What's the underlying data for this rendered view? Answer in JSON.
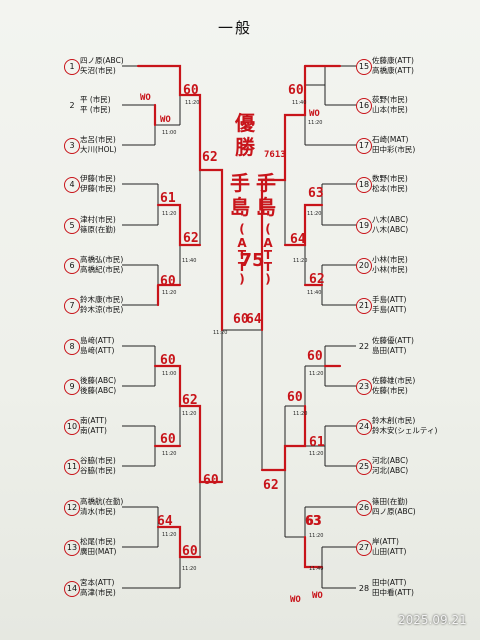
{
  "title": "一般",
  "left": [
    {
      "num": "1",
      "circled": true,
      "names": [
        "四ノ原(ABC)",
        "矢沼(市民)"
      ]
    },
    {
      "num": "2",
      "circled": false,
      "names": [
        "平 (市民)",
        "平 (市民)"
      ]
    },
    {
      "num": "3",
      "circled": true,
      "names": [
        "志呂(市民)",
        "大川(HOL)"
      ]
    },
    {
      "num": "4",
      "circled": true,
      "names": [
        "伊藤(市民)",
        "伊藤(市民)"
      ]
    },
    {
      "num": "5",
      "circled": true,
      "names": [
        "津村(市民)",
        "篠原(在勤)"
      ]
    },
    {
      "num": "6",
      "circled": true,
      "names": [
        "高橋弘(市民)",
        "高橋紀(市民)"
      ]
    },
    {
      "num": "7",
      "circled": true,
      "names": [
        "鈴木康(市民)",
        "鈴木涼(市民)"
      ]
    },
    {
      "num": "8",
      "circled": true,
      "names": [
        "島﨑(ATT)",
        "島﨑(ATT)"
      ]
    },
    {
      "num": "9",
      "circled": true,
      "names": [
        "後藤(ABC)",
        "後藤(ABC)"
      ]
    },
    {
      "num": "10",
      "circled": true,
      "names": [
        "南(ATT)",
        "南(ATT)"
      ]
    },
    {
      "num": "11",
      "circled": true,
      "names": [
        "谷脇(市民)",
        "谷脇(市民)"
      ]
    },
    {
      "num": "12",
      "circled": true,
      "names": [
        "高橋航(在勤)",
        "清水(市民)"
      ]
    },
    {
      "num": "13",
      "circled": true,
      "names": [
        "松尾(市民)",
        "廣田(MAT)"
      ]
    },
    {
      "num": "14",
      "circled": true,
      "names": [
        "宮本(ATT)",
        "高津(市民)"
      ]
    }
  ],
  "right": [
    {
      "num": "15",
      "circled": true,
      "names": [
        "佐藤康(ATT)",
        "高橋康(ATT)"
      ]
    },
    {
      "num": "16",
      "circled": true,
      "names": [
        "荻野(市民)",
        "山本(市民)"
      ]
    },
    {
      "num": "17",
      "circled": true,
      "names": [
        "石崎(MAT)",
        "田中彩(市民)"
      ]
    },
    {
      "num": "18",
      "circled": true,
      "names": [
        "数野(市民)",
        "松本(市民)"
      ]
    },
    {
      "num": "19",
      "circled": true,
      "names": [
        "八木(ABC)",
        "八木(ABC)"
      ]
    },
    {
      "num": "20",
      "circled": true,
      "names": [
        "小林(市民)",
        "小林(市民)"
      ]
    },
    {
      "num": "21",
      "circled": true,
      "names": [
        "手島(ATT)",
        "手島(ATT)"
      ]
    },
    {
      "num": "22",
      "circled": false,
      "names": [
        "佐藤優(ATT)",
        "島田(ATT)"
      ]
    },
    {
      "num": "23",
      "circled": true,
      "names": [
        "佐藤雄(市民)",
        "佐藤(市民)"
      ]
    },
    {
      "num": "24",
      "circled": true,
      "names": [
        "鈴木創(市民)",
        "鈴木安(シェルティ)"
      ]
    },
    {
      "num": "25",
      "circled": true,
      "names": [
        "河北(ABC)",
        "河北(ABC)"
      ]
    },
    {
      "num": "26",
      "circled": true,
      "names": [
        "篠田(在勤)",
        "四ノ原(ABC)"
      ]
    },
    {
      "num": "27",
      "circled": true,
      "names": [
        "岸(ATT)",
        "山田(ATT)"
      ]
    },
    {
      "num": "28",
      "circled": false,
      "names": [
        "田中(ATT)",
        "田中看(ATT)"
      ]
    }
  ],
  "times": [
    "11:20",
    "11:00",
    "11:20",
    "11:20",
    "11:00",
    "11:20",
    "11:20",
    "11:40",
    "11:20",
    "11:20",
    "11:20",
    "11:40",
    "11:20",
    "11:20",
    "11:40",
    "11:20",
    "11:20",
    "11:20",
    "11:20",
    "11:20",
    "11:40"
  ],
  "scores": [
    "60",
    "WO",
    "WO",
    "62",
    "61",
    "62",
    "60",
    "60",
    "62",
    "60",
    "60",
    "64",
    "60",
    "60",
    "60",
    "WO",
    "7613",
    "63",
    "64",
    "62",
    "60",
    "64",
    "63",
    "WO",
    "60",
    "61",
    "62",
    "63",
    "WO"
  ],
  "champion": [
    "優",
    "勝",
    "手",
    "島",
    "(",
    "A",
    "T",
    "T",
    ")"
  ],
  "final_score": "75",
  "date_stamp": "2025.09.21"
}
